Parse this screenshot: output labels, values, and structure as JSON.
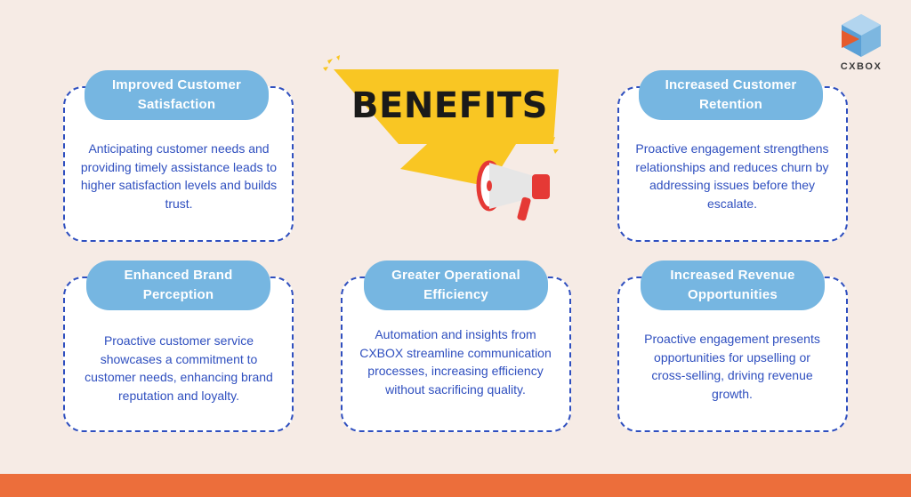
{
  "banner": {
    "title": "BENEFITS"
  },
  "logo": {
    "text": "CXBOX"
  },
  "cards": [
    {
      "title": "Improved Customer Satisfaction",
      "body": "Anticipating customer needs and providing timely assistance leads to higher satisfaction levels and builds trust."
    },
    {
      "title": "Increased Customer Retention",
      "body": "Proactive engagement strengthens relationships and reduces churn by addressing issues before they escalate."
    },
    {
      "title": "Enhanced Brand Perception",
      "body": "Proactive customer service showcases a commitment to customer needs, enhancing brand reputation and loyalty."
    },
    {
      "title": "Greater Operational Efficiency",
      "body": "Automation and insights from CXBOX streamline communication processes, increasing efficiency without sacrificing quality."
    },
    {
      "title": "Increased Revenue Opportunities",
      "body": "Proactive engagement presents opportunities for upselling or cross-selling, driving revenue growth."
    }
  ],
  "colors": {
    "background": "#f6ebe5",
    "accent_bar": "#ec6e3b",
    "pill": "#76b6e1",
    "text_blue": "#2f4fbf",
    "banner_yellow": "#f9c623",
    "megaphone_red": "#e53935"
  }
}
